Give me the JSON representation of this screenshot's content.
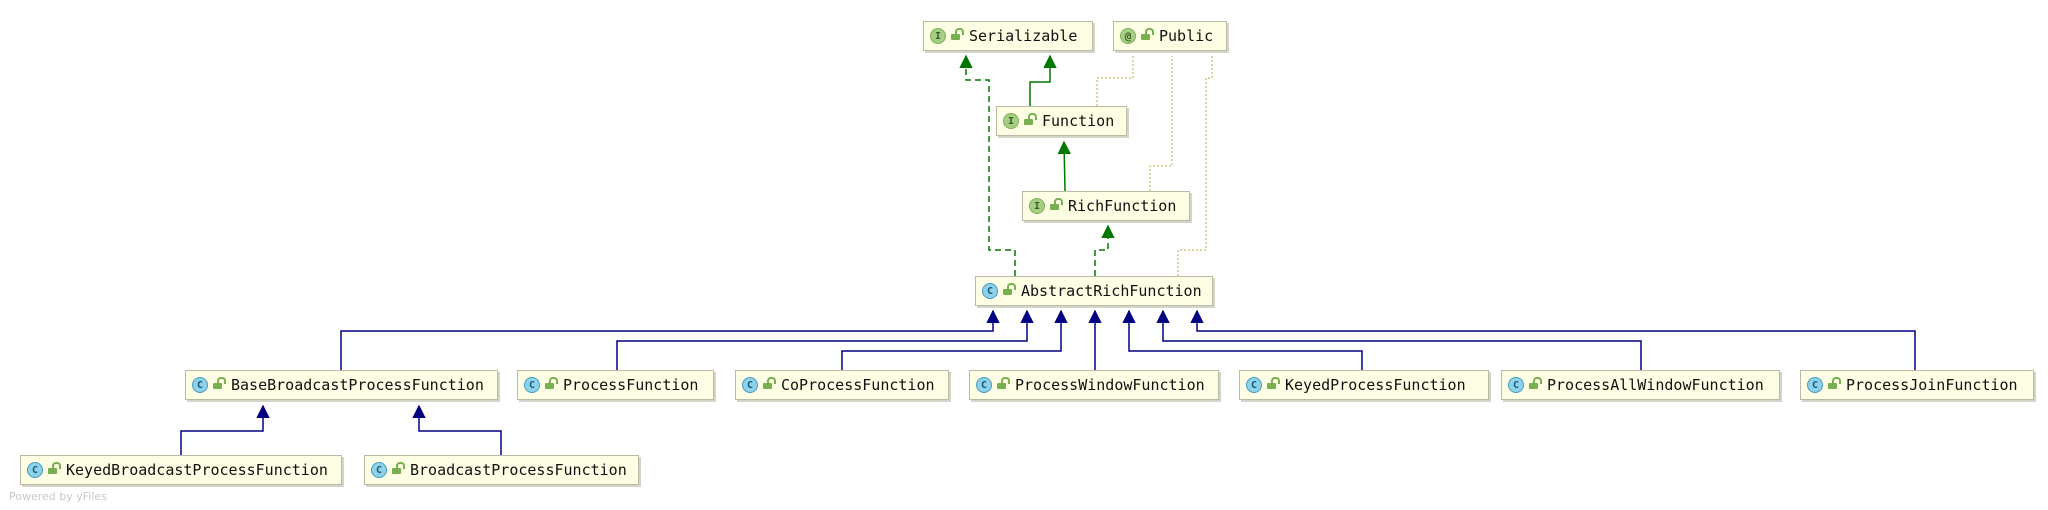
{
  "nodes": {
    "serializable": {
      "label": "Serializable",
      "kind": "I"
    },
    "public": {
      "label": "Public",
      "kind": "@"
    },
    "function": {
      "label": "Function",
      "kind": "I"
    },
    "rich_function": {
      "label": "RichFunction",
      "kind": "I"
    },
    "abstract_rich_function": {
      "label": "AbstractRichFunction",
      "kind": "C"
    },
    "base_broadcast_process_function": {
      "label": "BaseBroadcastProcessFunction",
      "kind": "C"
    },
    "process_function": {
      "label": "ProcessFunction",
      "kind": "C"
    },
    "co_process_function": {
      "label": "CoProcessFunction",
      "kind": "C"
    },
    "process_window_function": {
      "label": "ProcessWindowFunction",
      "kind": "C"
    },
    "keyed_process_function": {
      "label": "KeyedProcessFunction",
      "kind": "C"
    },
    "process_all_window_function": {
      "label": "ProcessAllWindowFunction",
      "kind": "C"
    },
    "process_join_function": {
      "label": "ProcessJoinFunction",
      "kind": "C"
    },
    "keyed_broadcast_process_function": {
      "label": "KeyedBroadcastProcessFunction",
      "kind": "C"
    },
    "broadcast_process_function": {
      "label": "BroadcastProcessFunction",
      "kind": "C"
    }
  },
  "edges": [
    {
      "from": "function",
      "to": "serializable",
      "type": "extends-interface"
    },
    {
      "from": "abstract_rich_function",
      "to": "serializable",
      "type": "implements"
    },
    {
      "from": "rich_function",
      "to": "function",
      "type": "extends-interface"
    },
    {
      "from": "abstract_rich_function",
      "to": "rich_function",
      "type": "implements"
    },
    {
      "from": "function",
      "to": "public",
      "type": "annotated"
    },
    {
      "from": "rich_function",
      "to": "public",
      "type": "annotated"
    },
    {
      "from": "abstract_rich_function",
      "to": "public",
      "type": "annotated"
    },
    {
      "from": "base_broadcast_process_function",
      "to": "abstract_rich_function",
      "type": "extends"
    },
    {
      "from": "process_function",
      "to": "abstract_rich_function",
      "type": "extends"
    },
    {
      "from": "co_process_function",
      "to": "abstract_rich_function",
      "type": "extends"
    },
    {
      "from": "process_window_function",
      "to": "abstract_rich_function",
      "type": "extends"
    },
    {
      "from": "keyed_process_function",
      "to": "abstract_rich_function",
      "type": "extends"
    },
    {
      "from": "process_all_window_function",
      "to": "abstract_rich_function",
      "type": "extends"
    },
    {
      "from": "process_join_function",
      "to": "abstract_rich_function",
      "type": "extends"
    },
    {
      "from": "keyed_broadcast_process_function",
      "to": "base_broadcast_process_function",
      "type": "extends"
    },
    {
      "from": "broadcast_process_function",
      "to": "base_broadcast_process_function",
      "type": "extends"
    }
  ],
  "colors": {
    "extends": "#000080",
    "implements": "#007700",
    "annotated": "#c8b96a",
    "node_fill": "#fefee4"
  },
  "watermark": "Powered by yFiles"
}
